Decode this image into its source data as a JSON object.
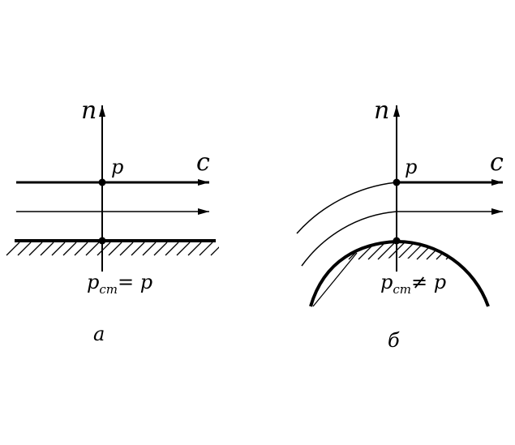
{
  "panel_a": {
    "axis_label": "n",
    "pressure_label": "p",
    "velocity_label": "c",
    "wall_label_main": "p",
    "wall_label_sub": "ст",
    "wall_label_relation": "= p",
    "caption": "а"
  },
  "panel_b": {
    "axis_label": "n",
    "pressure_label": "p",
    "velocity_label": "c",
    "wall_label_main": "p",
    "wall_label_sub": "ст",
    "wall_label_relation": "≠ p",
    "caption": "б"
  },
  "colors": {
    "ink": "#000000",
    "background": "#ffffff"
  }
}
